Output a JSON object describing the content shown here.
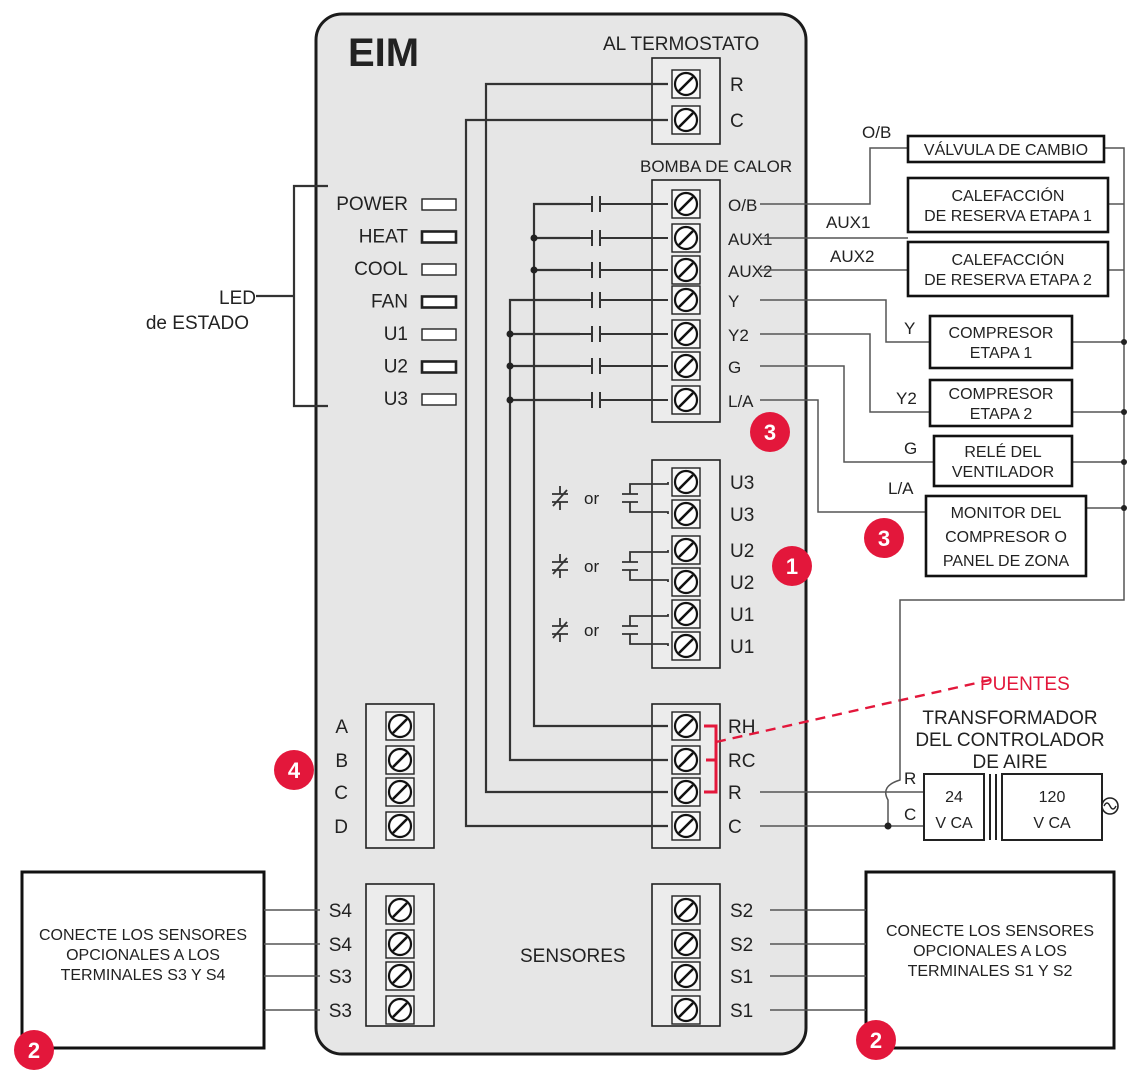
{
  "title": "EIM",
  "headers": {
    "al_termostato": "AL TERMOSTATO",
    "bomba_de_calor": "BOMBA DE CALOR",
    "sensores": "SENSORES"
  },
  "led_group": {
    "label_line1": "LED",
    "label_line2": "de ESTADO",
    "items": [
      "POWER",
      "HEAT",
      "COOL",
      "FAN",
      "U1",
      "U2",
      "U3"
    ]
  },
  "terminals": {
    "thermostat": [
      "R",
      "C"
    ],
    "heat_pump": [
      "O/B",
      "AUX1",
      "AUX2",
      "Y",
      "Y2",
      "G",
      "L/A"
    ],
    "u_block": [
      "U3",
      "U3",
      "U2",
      "U2",
      "U1",
      "U1"
    ],
    "power": [
      "RH",
      "RC",
      "R",
      "C"
    ],
    "comm": [
      "A",
      "B",
      "C",
      "D"
    ],
    "left_sensors": [
      "S4",
      "S4",
      "S3",
      "S3"
    ],
    "right_sensors": [
      "S2",
      "S2",
      "S1",
      "S1"
    ]
  },
  "relay_or": "or",
  "wire_labels": {
    "ob": "O/B",
    "aux1": "AUX1",
    "aux2": "AUX2",
    "y": "Y",
    "y2": "Y2",
    "g": "G",
    "la": "L/A",
    "tr_r": "R",
    "tr_c": "C"
  },
  "equipment": {
    "valvula": [
      "VÁLVULA DE CAMBIO"
    ],
    "calef1": [
      "CALEFACCIÓN",
      "DE RESERVA ETAPA 1"
    ],
    "calef2": [
      "CALEFACCIÓN",
      "DE RESERVA ETAPA 2"
    ],
    "comp1": [
      "COMPRESOR",
      "ETAPA 1"
    ],
    "comp2": [
      "COMPRESOR",
      "ETAPA 2"
    ],
    "rele": [
      "RELÉ DEL",
      "VENTILADOR"
    ],
    "monitor": [
      "MONITOR DEL",
      "COMPRESOR O",
      "PANEL DE ZONA"
    ]
  },
  "puentes": "PUENTES",
  "transformer": {
    "title": [
      "TRANSFORMADOR",
      "DEL CONTROLADOR",
      "DE AIRE"
    ],
    "secondary": [
      "24",
      "V CA"
    ],
    "primary": [
      "120",
      "V CA"
    ]
  },
  "sensor_boxes": {
    "left": [
      "CONECTE LOS SENSORES",
      "OPCIONALES A LOS",
      "TERMINALES S3 Y S4"
    ],
    "right": [
      "CONECTE LOS SENSORES",
      "OPCIONALES A LOS",
      "TERMINALES S1 Y S2"
    ]
  },
  "badges": {
    "b1": "1",
    "b2a": "2",
    "b2b": "2",
    "b3a": "3",
    "b3b": "3",
    "b4": "4"
  },
  "colors": {
    "panel": "#e6e6e6",
    "accent_red": "#e3173b",
    "wire": "#333333"
  }
}
